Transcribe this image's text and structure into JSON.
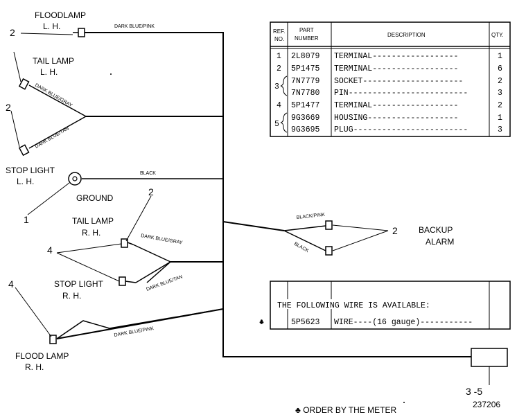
{
  "labels": {
    "floodlamp_lh": [
      "FLOODLAMP",
      "L. H."
    ],
    "tail_lamp_lh": [
      "TAIL LAMP",
      "L. H."
    ],
    "stop_light_lh": [
      "STOP LIGHT",
      "L. H."
    ],
    "ground": "GROUND",
    "tail_lamp_rh": [
      "TAIL LAMP",
      "R. H."
    ],
    "stop_light_rh": [
      "STOP LIGHT",
      "R. H."
    ],
    "flood_lamp_rh": [
      "FLOOD LAMP",
      "R. H."
    ],
    "backup_alarm": [
      "BACKUP",
      "ALARM"
    ]
  },
  "wires": {
    "dark_blue_pink": "DARK BLUE/PINK",
    "dark_blue_gray": "DARK BLUE/GRAY",
    "dark_blue_tan": "DARK BLUE/TAN",
    "black": "BLACK",
    "black_pink": "BLACK/PINK"
  },
  "callouts": {
    "floodlamp_lh": "2",
    "tail_lh": "2",
    "ground": "1",
    "tail_rh": "2",
    "rh_group": "4",
    "flood_rh": "4",
    "backup": "2",
    "meter": "3 -5"
  },
  "parts_table": {
    "headers": {
      "ref": [
        "REF.",
        "NO."
      ],
      "part": [
        "PART",
        "NUMBER"
      ],
      "desc": "DESCRIPTION",
      "qty": "QTY."
    },
    "rows": [
      {
        "ref": "1",
        "part": "2L8079",
        "desc": "TERMINAL------------------",
        "qty": "1"
      },
      {
        "ref": "2",
        "part": "5P1475",
        "desc": "TERMINAL------------------",
        "qty": "6"
      },
      {
        "ref": "3",
        "part": "7N7779",
        "desc": "SOCKET---------------------",
        "qty": "2"
      },
      {
        "ref": "",
        "part": "7N7780",
        "desc": "PIN-------------------------",
        "qty": "3"
      },
      {
        "ref": "4",
        "part": "5P1477",
        "desc": "TERMINAL------------------",
        "qty": "2"
      },
      {
        "ref": "5",
        "part": "9G3669",
        "desc": "HOUSING-------------------",
        "qty": "1"
      },
      {
        "ref": "",
        "part": "9G3695",
        "desc": "PLUG------------------------",
        "qty": "3"
      }
    ]
  },
  "wire_table": {
    "heading": "THE FOLLOWING WIRE IS AVAILABLE:",
    "part": "5P5623",
    "desc": "WIRE----(16 gauge)-----------",
    "marker": "♣"
  },
  "footnote": "♣ ORDER BY THE METER",
  "figure_number": "237206"
}
